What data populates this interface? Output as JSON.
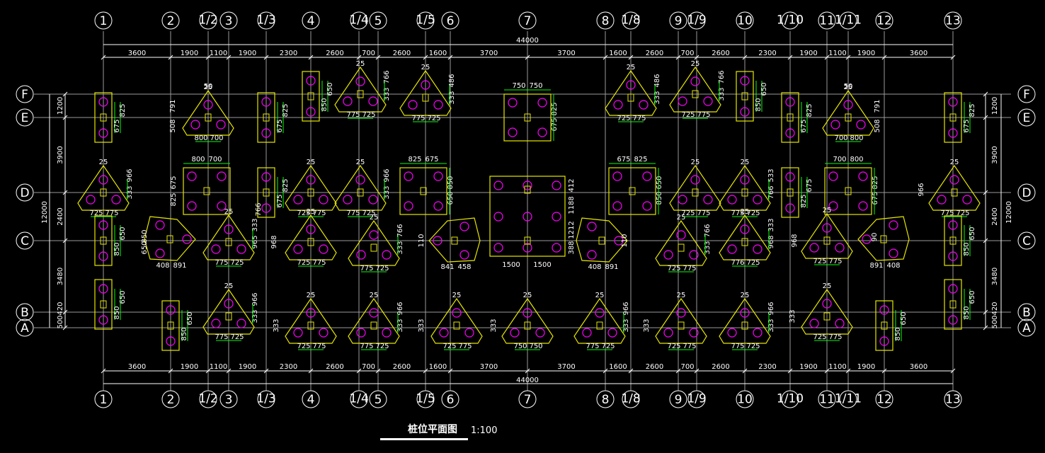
{
  "drawing": {
    "title": "桩位平面图",
    "scale": "1:100",
    "colors": {
      "background": "#000000",
      "grid": "#9a9a9a",
      "pile_cap": "#e6e600",
      "pile": "#ff00ff",
      "dimension": "#00ff00",
      "text": "#ffffff"
    },
    "axes_x": [
      "1",
      "2",
      "1/2",
      "3",
      "1/3",
      "4",
      "1/4",
      "5",
      "1/5",
      "6",
      "7",
      "8",
      "1/8",
      "9",
      "1/9",
      "10",
      "1/10",
      "11",
      "1/11",
      "12",
      "13"
    ],
    "axes_y": [
      "F",
      "E",
      "D",
      "C",
      "B",
      "A"
    ],
    "overall_x": "44000",
    "overall_y": "12000",
    "top_dims": [
      "3600",
      "1900",
      "1100",
      "1900",
      "2300",
      "2600",
      "700",
      "2600",
      "1600",
      "3700",
      "3700",
      "1600",
      "2600",
      "700",
      "2600",
      "2300",
      "1900",
      "1100",
      "1900",
      "3600"
    ],
    "bottom_dims": [
      "3600",
      "1900",
      "1100",
      "1900",
      "2300",
      "2600",
      "700",
      "2600",
      "1600",
      "3700",
      "3700",
      "1600",
      "2600",
      "700",
      "2600",
      "2300",
      "1900",
      "1100",
      "1900",
      "3600"
    ],
    "left_dims": [
      "1200",
      "3900",
      "2400",
      "3480",
      "420",
      "500"
    ],
    "right_dims": [
      "1200",
      "3900",
      "2400",
      "3480",
      "420",
      "500"
    ],
    "cap_labels": {
      "r_tri_l": [
        "725",
        "775"
      ],
      "r_tri_r": [
        "775",
        "725"
      ],
      "r_two_a": [
        "650",
        "850"
      ],
      "r_two_b": [
        "850",
        "650"
      ],
      "r_two_c": [
        "825",
        "675"
      ],
      "r_two_d": [
        "675",
        "825"
      ],
      "r_tri_edge": "25",
      "r_tri_h": [
        "333",
        "966"
      ],
      "r_tri_h2": [
        "333",
        "766"
      ],
      "r_tri_h3": [
        "333",
        "486"
      ],
      "r_sq_a": [
        "750",
        "750"
      ],
      "r_sq_b": [
        "800",
        "700"
      ],
      "r_sq_c": [
        "700",
        "800"
      ],
      "r_sq_d": [
        "825",
        "675"
      ],
      "r_sq_e": [
        "675",
        "825"
      ],
      "r_big": [
        "1500",
        "1500"
      ],
      "r_big_v": [
        "1188",
        "412"
      ],
      "r_big_v2": [
        "388",
        "1212"
      ],
      "r_hex_a": [
        "408",
        "891"
      ],
      "r_hex_b": [
        "891",
        "408"
      ],
      "r_hex_c": [
        "841",
        "458"
      ],
      "r_top_a": "50",
      "r_top_b": "508",
      "r_top_c": "791",
      "r_tri_h4": [
        "965",
        "333"
      ],
      "r_tri_h5": [
        "766",
        "533"
      ],
      "r_tri_h6": [
        "968",
        "333"
      ],
      "r_small": "110",
      "r_small2": "90"
    }
  }
}
